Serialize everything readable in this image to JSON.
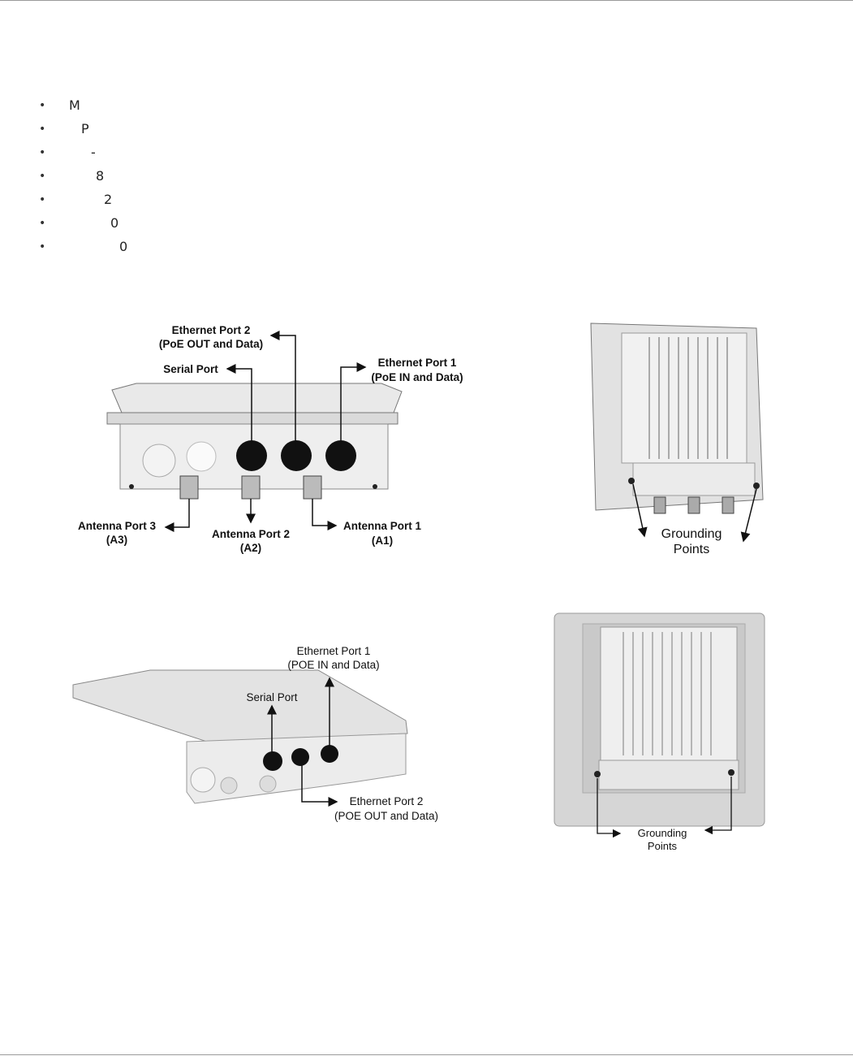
{
  "bullets": [
    {
      "text": "M"
    },
    {
      "text": "P"
    },
    {
      "text": "-"
    },
    {
      "text": "8"
    },
    {
      "text": "2"
    },
    {
      "text": "0"
    },
    {
      "text": "0"
    }
  ],
  "figure1": {
    "ethernet_port_2_line1": "Ethernet Port 2",
    "ethernet_port_2_line2": "(PoE OUT and Data)",
    "serial_port": "Serial Port",
    "ethernet_port_1_line1": "Ethernet Port 1",
    "ethernet_port_1_line2": "(PoE IN and Data)",
    "antenna_port_3_line1": "Antenna Port 3",
    "antenna_port_3_line2": "(A3)",
    "antenna_port_2_line1": "Antenna Port 2",
    "antenna_port_2_line2": "(A2)",
    "antenna_port_1_line1": "Antenna Port 1",
    "antenna_port_1_line2": "(A1)"
  },
  "figure2": {
    "grounding_line1": "Grounding",
    "grounding_line2": "Points"
  },
  "figure3": {
    "ethernet_port_1_line1": "Ethernet Port 1",
    "ethernet_port_1_line2": "(POE IN and Data)",
    "serial_port": "Serial Port",
    "ethernet_port_2_line1": "Ethernet Port 2",
    "ethernet_port_2_line2": "(POE OUT and Data)"
  },
  "figure4": {
    "grounding_line1": "Grounding",
    "grounding_line2": "Points"
  }
}
